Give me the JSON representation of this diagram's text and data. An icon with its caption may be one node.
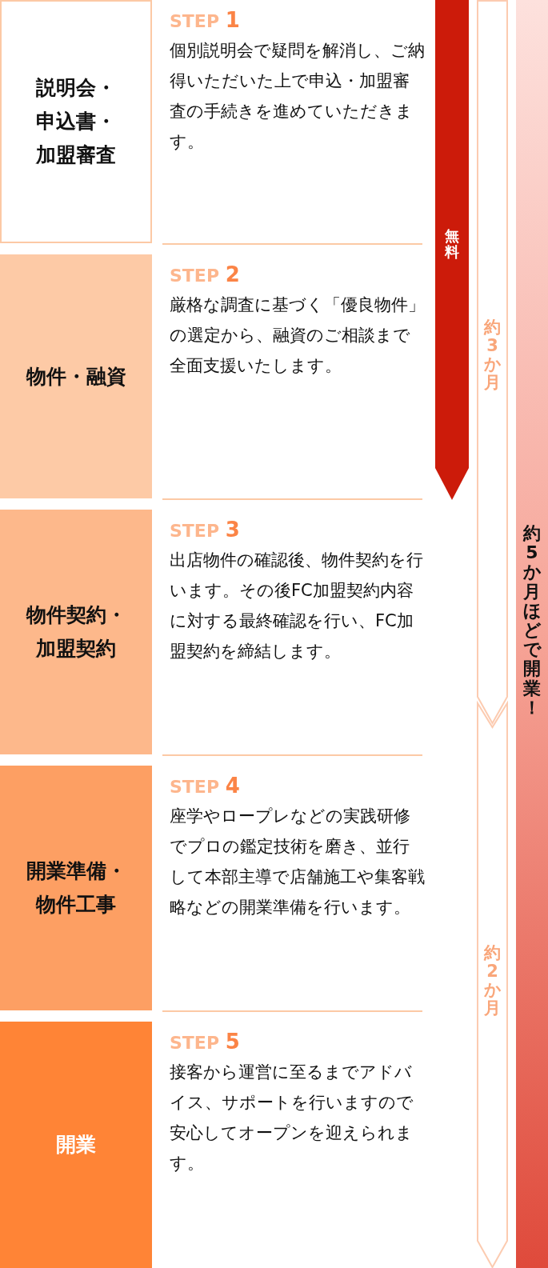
{
  "diagram": {
    "nodes": [
      {
        "text": [
          "説明会・申込書・加盟審査"
        ],
        "beside": [
          "STEP 1",
          "個別説明会で疑問を解消し、ご納得いただいた上で申込・加盟審査の手続きを進めていただきます。"
        ]
      },
      {
        "text": [
          "物件・融資"
        ],
        "beside": [
          "STEP 2",
          "厳格な調査に基づく「優良物件」の選定から、融資のご相談まで全面支援いたします。"
        ]
      },
      {
        "text": [
          "物件契約・加盟契約"
        ],
        "beside": [
          "STEP 3",
          "出店物件の確認後、物件契約を行います。その後FC加盟契約内容に対する最終確認を行い、FC加盟契約を締結します。"
        ]
      },
      {
        "text": [
          "開業準備・物件工事"
        ],
        "beside": [
          "STEP 4",
          "座学やロープレなどの実践研修でプロの鑑定技術を磨き、並行して本部主導で店舗施工や集客戦略などの開業準備を行います。"
        ]
      },
      {
        "text": [
          "開業"
        ],
        "beside": [
          "STEP 5",
          "接客から運営に至るまでアドバイス、サポートを行いますので安心してオープンを迎えられます。"
        ]
      },
      {
        "text": [
          "無料"
        ]
      },
      {
        "text": [
          "約3か月"
        ]
      },
      {
        "text": [
          "約2か月"
        ]
      },
      {
        "text": [
          "約5か月ほどで開業！"
        ]
      }
    ]
  }
}
